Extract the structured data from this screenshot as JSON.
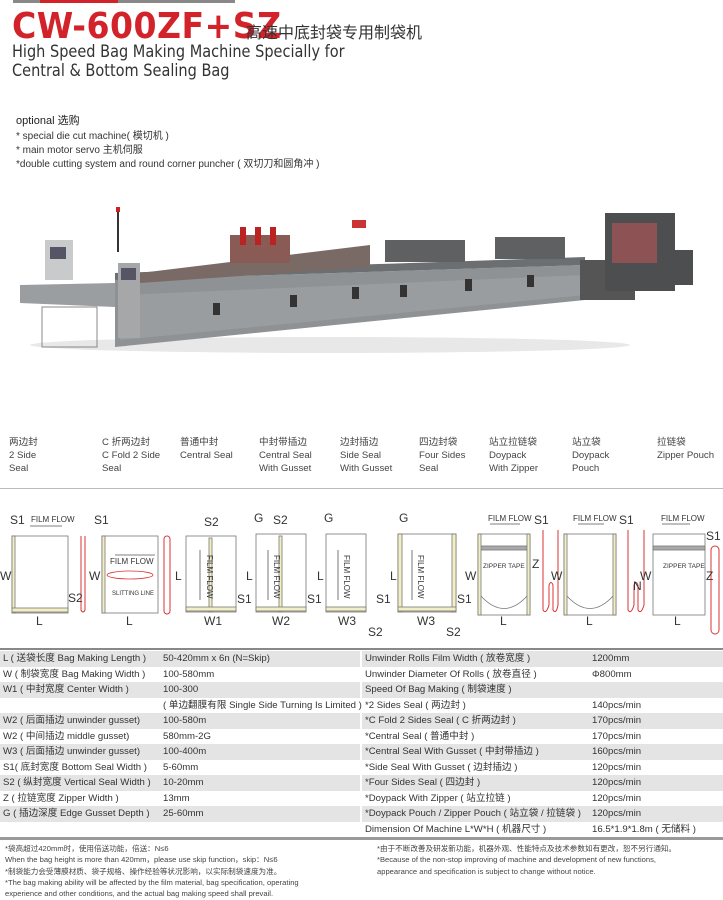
{
  "header": {
    "model": "CW-600ZF+SZ",
    "title_cn": "高速中底封袋专用制袋机",
    "subtitle_line1": "High Speed Bag Making Machine Specially for",
    "subtitle_line2": "Central & Bottom Sealing Bag",
    "brand_color": "#d2232a"
  },
  "optional": {
    "heading": "optional 选购",
    "items": [
      "* special die cut machine( 模切机 )",
      "* main motor servo 主机伺服",
      "*double cutting system and round corner puncher ( 双切刀和圆角冲 )"
    ]
  },
  "bag_types": [
    "两边封\n2 Side\nSeal",
    "C 折两边封\nC Fold 2 Side\nSeal",
    "普通中封\nCentral Seal",
    "中封带插边\nCentral Seal\nWith Gusset",
    "边封插边\nSide Seal\nWith Gusset",
    "四边封袋\nFour Sides\nSeal",
    "站立拉链袋\nDoypack\nWith Zipper",
    "站立袋\nDoypack\nPouch",
    "拉链袋\nZipper Pouch"
  ],
  "diagram_labels": {
    "film_flow": "FILM FLOW",
    "slitting_line": "SLITTING LINE",
    "zipper_tape": "ZIPPER TAPE",
    "S1": "S1",
    "S2": "S2",
    "W": "W",
    "L": "L",
    "W1": "W1",
    "W2": "W2",
    "W3": "W3",
    "G": "G",
    "Z": "Z",
    "N": "N"
  },
  "specs_left": [
    {
      "label": "L ( 送袋长度 Bag Making Length )",
      "value": "50-420mm x 6n (N=Skip)"
    },
    {
      "label": "W ( 制袋宽度 Bag Making Width )",
      "value": "100-580mm"
    },
    {
      "label": "W1 ( 中封宽度 Center Width )",
      "value": "100-300"
    },
    {
      "label": "",
      "value": "( 单边翻膜有限 Single Side Turning Is Limited )"
    },
    {
      "label": "W2 ( 后面插边 unwinder gusset)",
      "value": "100-580m"
    },
    {
      "label": "W2 ( 中间插边 middle gusset)",
      "value": "580mm-2G"
    },
    {
      "label": "W3 ( 后面插边 unwinder gusset)",
      "value": "100-400m"
    },
    {
      "label": "S1( 底封宽度 Bottom Seal Width )",
      "value": "5-60mm"
    },
    {
      "label": "S2 ( 纵封宽度 Vertical Seal Width )",
      "value": "10-20mm"
    },
    {
      "label": "Z ( 拉链宽度 Zipper Width )",
      "value": "13mm"
    },
    {
      "label": "G ( 插边深度 Edge Gusset Depth )",
      "value": "25-60mm"
    }
  ],
  "specs_right": [
    {
      "label": "Unwinder Rolls Film Width ( 放卷宽度 )",
      "value": "1200mm"
    },
    {
      "label": "Unwinder Diameter Of Rolls ( 放卷直径 )",
      "value": "Φ800mm"
    },
    {
      "label": "Speed Of Bag Making ( 制袋速度 )",
      "value": ""
    },
    {
      "label": "*2 Sides Seal ( 两边封 )",
      "value": "140pcs/min"
    },
    {
      "label": "*C Fold 2 Sides Seal ( C 折两边封 )",
      "value": "170pcs/min"
    },
    {
      "label": "*Central Seal ( 普通中封 )",
      "value": "170pcs/min"
    },
    {
      "label": "*Central Seal With Gusset ( 中封带插边 )",
      "value": "160pcs/min"
    },
    {
      "label": "*Side Seal With Gusset ( 边封插边 )",
      "value": "120pcs/min"
    },
    {
      "label": "*Four Sides Seal ( 四边封 )",
      "value": "120pcs/min"
    },
    {
      "label": "*Doypack With Zipper ( 站立拉链 )",
      "value": "120pcs/min"
    },
    {
      "label": "*Doypack Pouch / Zipper Pouch ( 站立袋 / 拉链袋 )",
      "value": "120pcs/min"
    },
    {
      "label": "Dimension Of Machine L*W*H ( 机器尺寸 )",
      "value": "16.5*1.9*1.8m ( 无储料 )"
    }
  ],
  "notes_left": [
    "*袋高超过420mm时，使用倍送功能，倍送：N≤6",
    "When the bag height is more than 420mm，please use skip function，skip：N≤6",
    "*制袋能力会受薄膜材质、袋子规格、操作经验等状况影响，以实际制袋速度为准。",
    "*The bag making ability will be affected by the film material, bag specification, operating",
    "experience and other conditions, and the actual bag making speed shall prevail."
  ],
  "notes_right": [
    "*由于不断改善及研发新功能，机器外观、性能特点及技术参数如有更改，恕不另行通知。",
    "*Because of the non-stop improving of machine and development of new functions,",
    "appearance and specification is subject to change without notice."
  ]
}
